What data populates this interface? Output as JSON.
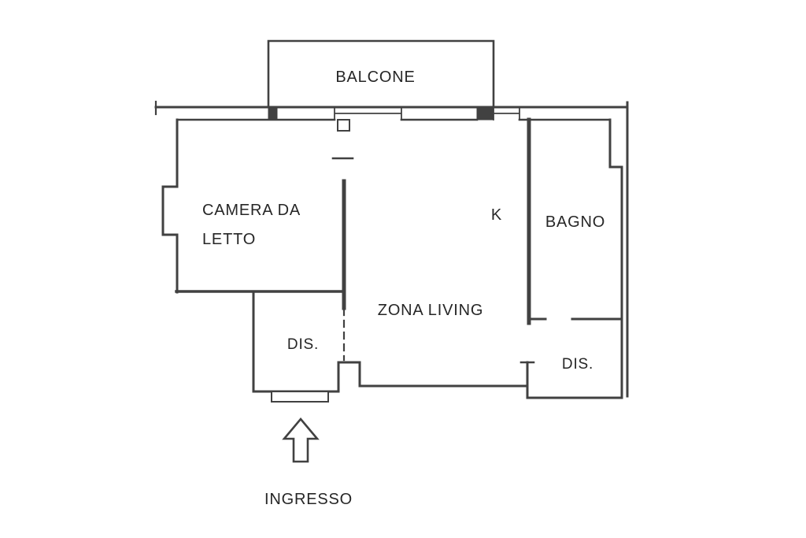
{
  "theme": {
    "background": "#ffffff",
    "line_color": "#414141",
    "text_color": "#262626"
  },
  "floorplan": {
    "labels": {
      "balcone": "BALCONE",
      "camera_da_letto_line1": "CAMERA DA",
      "camera_da_letto_line2": "LETTO",
      "kitchen": "K",
      "bagno": "BAGNO",
      "zona_living": "ZONA LIVING",
      "dis_left": "DIS.",
      "dis_right": "DIS.",
      "ingresso": "INGRESSO"
    }
  }
}
